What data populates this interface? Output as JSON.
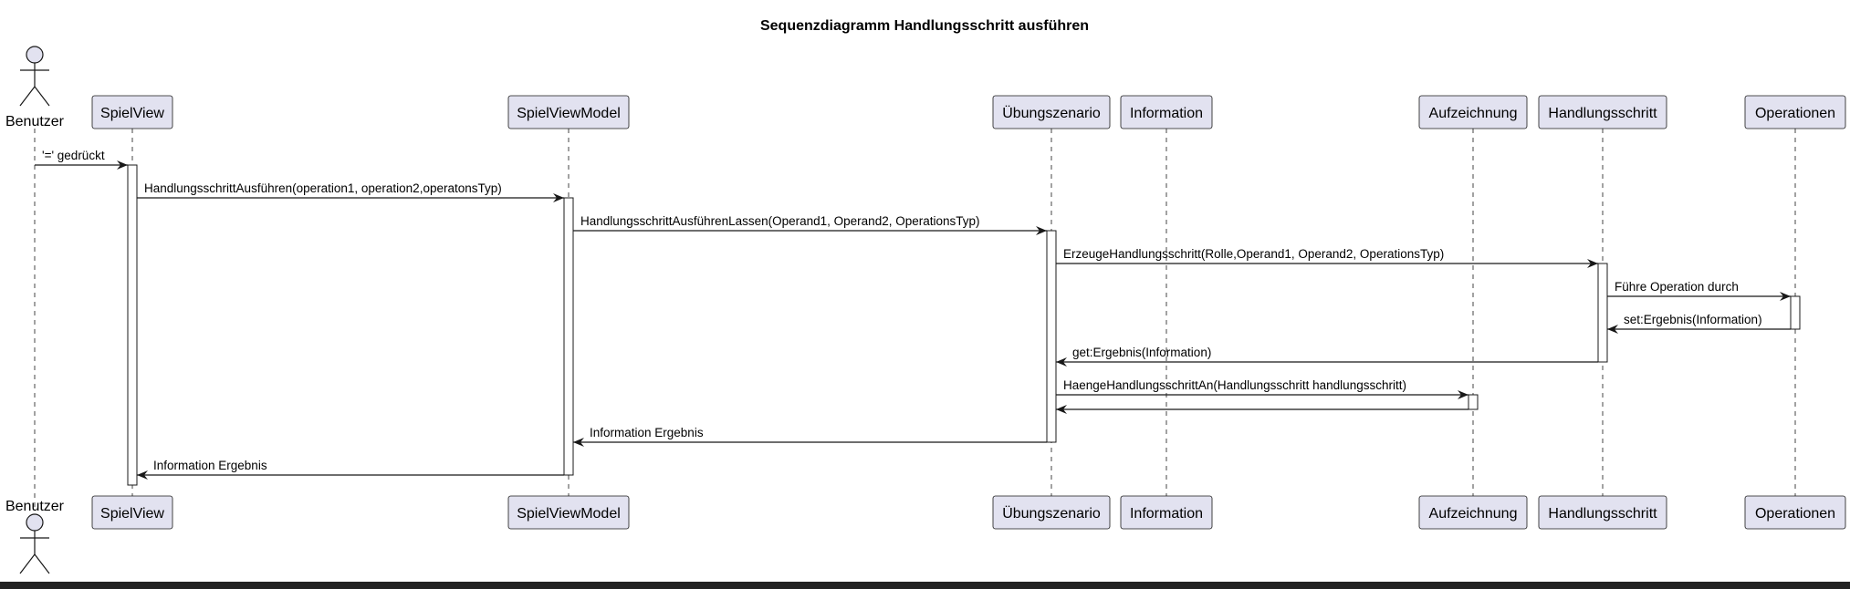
{
  "title": "Sequenzdiagramm Handlungsschritt ausführen",
  "actor": {
    "name": "Benutzer"
  },
  "participants": [
    "SpielView",
    "SpielViewModel",
    "Übungszenario",
    "Information",
    "Aufzeichnung",
    "Handlungsschritt",
    "Operationen"
  ],
  "messages": [
    {
      "from": "Benutzer",
      "to": "SpielView",
      "label": "'=' gedrückt"
    },
    {
      "from": "SpielView",
      "to": "SpielViewModel",
      "label": "HandlungsschrittAusführen(operation1, operation2,operatonsTyp)"
    },
    {
      "from": "SpielViewModel",
      "to": "Übungszenario",
      "label": "HandlungsschrittAusführenLassen(Operand1, Operand2, OperationsTyp)"
    },
    {
      "from": "Übungszenario",
      "to": "Handlungsschritt",
      "label": "ErzeugeHandlungsschritt(Rolle,Operand1, Operand2, OperationsTyp)"
    },
    {
      "from": "Handlungsschritt",
      "to": "Operationen",
      "label": "Führe Operation durch"
    },
    {
      "from": "Operationen",
      "to": "Handlungsschritt",
      "label": "set:Ergebnis(Information)"
    },
    {
      "from": "Handlungsschritt",
      "to": "Übungszenario",
      "label": "get:Ergebnis(Information)"
    },
    {
      "from": "Übungszenario",
      "to": "Aufzeichnung",
      "label": "HaengeHandlungsschrittAn(Handlungsschritt handlungsschritt)"
    },
    {
      "from": "Aufzeichnung",
      "to": "Übungszenario",
      "label": ""
    },
    {
      "from": "Übungszenario",
      "to": "SpielViewModel",
      "label": "Information Ergebnis"
    },
    {
      "from": "SpielViewModel",
      "to": "SpielView",
      "label": "Information Ergebnis"
    }
  ]
}
